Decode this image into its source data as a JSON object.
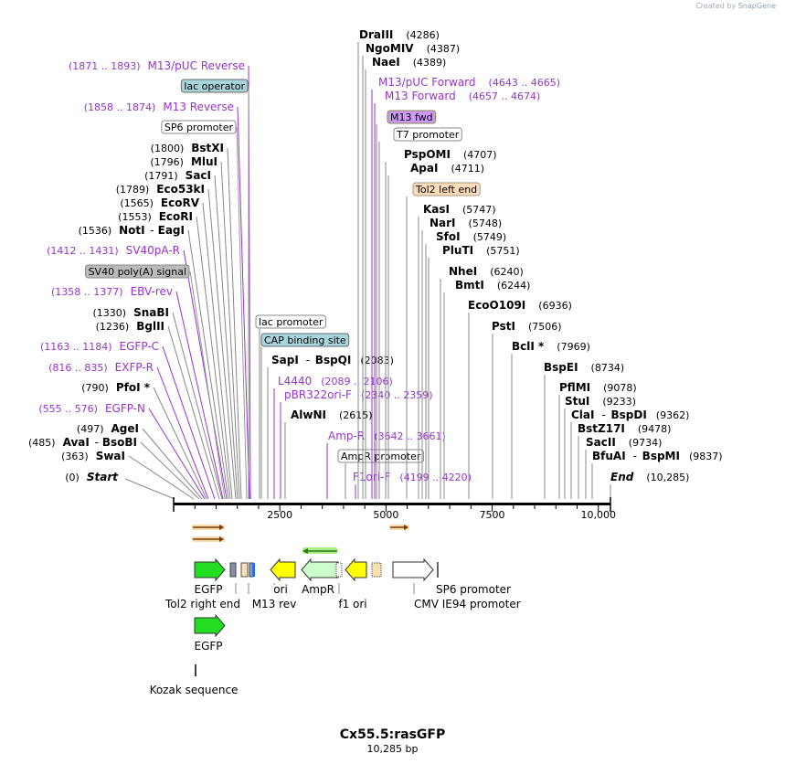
{
  "credit": {
    "prefix": "Created by",
    "brand": "SnapGene"
  },
  "title": "Cx55.5:rasGFP",
  "subtitle": "10,285 bp",
  "colors": {
    "purple": "#9933cc",
    "line": "#000000",
    "egfp": "#22dd22",
    "ori": "#ffff00",
    "ampr": "#ccffcc",
    "cmv": "#ffffff",
    "lac": "#a8d4dc",
    "m13fwd": "#cc99ff",
    "tol2": "#ffdcb8",
    "sv40": "#bbbbbb"
  },
  "left_labels": [
    {
      "kind": "primer",
      "range": "(1871 .. 1893)",
      "name": "M13/pUC Reverse"
    },
    {
      "kind": "feature",
      "name": "lac operator",
      "style": "lac"
    },
    {
      "kind": "primer",
      "range": "(1858 .. 1874)",
      "name": "M13 Reverse"
    },
    {
      "kind": "feature",
      "name": "SP6 promoter",
      "style": "plain"
    },
    {
      "kind": "enzyme",
      "pos": "(1800)",
      "name": "BstXI"
    },
    {
      "kind": "enzyme",
      "pos": "(1796)",
      "name": "MluI"
    },
    {
      "kind": "enzyme",
      "pos": "(1791)",
      "name": "SacI"
    },
    {
      "kind": "enzyme",
      "pos": "(1789)",
      "name": "Eco53kI"
    },
    {
      "kind": "enzyme",
      "pos": "(1565)",
      "name": "EcoRV"
    },
    {
      "kind": "enzyme",
      "pos": "(1553)",
      "name": "EcoRI"
    },
    {
      "kind": "enzyme",
      "pos": "(1536)",
      "name": "NotI",
      "name2": "EagI"
    },
    {
      "kind": "primer",
      "range": "(1412 .. 1431)",
      "name": "SV40pA-R"
    },
    {
      "kind": "feature",
      "name": "SV40 poly(A) signal",
      "style": "sv40"
    },
    {
      "kind": "primer",
      "range": "(1358 .. 1377)",
      "name": "EBV-rev"
    },
    {
      "kind": "enzyme",
      "pos": "(1330)",
      "name": "SnaBI"
    },
    {
      "kind": "enzyme",
      "pos": "(1236)",
      "name": "BglII"
    },
    {
      "kind": "primer",
      "range": "(1163 .. 1184)",
      "name": "EGFP-C"
    },
    {
      "kind": "primer",
      "range": "(816 .. 835)",
      "name": "EXFP-R"
    },
    {
      "kind": "enzyme",
      "pos": "(790)",
      "name": "PfoI *"
    },
    {
      "kind": "primer",
      "range": "(555 .. 576)",
      "name": "EGFP-N"
    },
    {
      "kind": "enzyme",
      "pos": "(497)",
      "name": "AgeI"
    },
    {
      "kind": "enzyme",
      "pos": "(485)",
      "name": "AvaI",
      "name2": "BsoBI"
    },
    {
      "kind": "enzyme",
      "pos": "(363)",
      "name": "SwaI"
    },
    {
      "kind": "start",
      "pos": "(0)",
      "name": "Start"
    }
  ],
  "mid_labels": [
    {
      "kind": "feature",
      "name": "lac promoter",
      "style": "plain"
    },
    {
      "kind": "feature",
      "name": "CAP binding site",
      "style": "lac"
    },
    {
      "kind": "enzyme",
      "name": "SapI",
      "name2": "BspQI",
      "pos": "(2083)"
    },
    {
      "kind": "primer",
      "name": "L4440",
      "range": "(2089 .. 2106)"
    },
    {
      "kind": "primer",
      "name": "pBR322ori-F",
      "range": "(2340 .. 2359)"
    },
    {
      "kind": "enzyme",
      "name": "AlwNI",
      "pos": "(2615)"
    },
    {
      "kind": "primer",
      "name": "Amp-R",
      "range": "(3642 .. 3661)"
    },
    {
      "kind": "feature",
      "name": "AmpR promoter",
      "style": "plain"
    },
    {
      "kind": "primer",
      "name": "F1ori-F",
      "range": "(4199 .. 4220)"
    }
  ],
  "right_labels": [
    {
      "kind": "enzyme",
      "name": "DraIII",
      "pos": "(4286)"
    },
    {
      "kind": "enzyme",
      "name": "NgoMIV",
      "pos": "(4387)"
    },
    {
      "kind": "enzyme",
      "name": "NaeI",
      "pos": "(4389)"
    },
    {
      "kind": "primer",
      "name": "M13/pUC Forward",
      "range": "(4643 .. 4665)"
    },
    {
      "kind": "primer",
      "name": "M13 Forward",
      "range": "(4657 .. 4674)"
    },
    {
      "kind": "feature",
      "name": "M13 fwd",
      "style": "m13fwd"
    },
    {
      "kind": "feature",
      "name": "T7 promoter",
      "style": "plain"
    },
    {
      "kind": "enzyme",
      "name": "PspOMI",
      "pos": "(4707)"
    },
    {
      "kind": "enzyme",
      "name": "ApaI",
      "pos": "(4711)"
    },
    {
      "kind": "feature",
      "name": "Tol2 left end",
      "style": "tol2"
    },
    {
      "kind": "enzyme",
      "name": "KasI",
      "pos": "(5747)"
    },
    {
      "kind": "enzyme",
      "name": "NarI",
      "pos": "(5748)"
    },
    {
      "kind": "enzyme",
      "name": "SfoI",
      "pos": "(5749)"
    },
    {
      "kind": "enzyme",
      "name": "PluTI",
      "pos": "(5751)"
    },
    {
      "kind": "enzyme",
      "name": "NheI",
      "pos": "(6240)"
    },
    {
      "kind": "enzyme",
      "name": "BmtI",
      "pos": "(6244)"
    },
    {
      "kind": "enzyme",
      "name": "EcoO109I",
      "pos": "(6936)"
    },
    {
      "kind": "enzyme",
      "name": "PstI",
      "pos": "(7506)"
    },
    {
      "kind": "enzyme",
      "name": "BclI *",
      "pos": "(7969)"
    },
    {
      "kind": "enzyme",
      "name": "BspEI",
      "pos": "(8734)"
    },
    {
      "kind": "enzyme",
      "name": "PflMI",
      "pos": "(9078)"
    },
    {
      "kind": "enzyme",
      "name": "StuI",
      "pos": "(9233)"
    },
    {
      "kind": "enzyme",
      "name": "ClaI",
      "name2": "BspDI",
      "pos": "(9362)"
    },
    {
      "kind": "enzyme",
      "name": "BstZ17I",
      "pos": "(9478)"
    },
    {
      "kind": "enzyme",
      "name": "SacII",
      "pos": "(9734)"
    },
    {
      "kind": "enzyme",
      "name": "BfuAI",
      "name2": "BspMI",
      "pos": "(9837)"
    },
    {
      "kind": "end",
      "name": "End",
      "pos": "(10,285)"
    }
  ],
  "ruler": {
    "ticks": [
      "2500",
      "5000",
      "7500",
      "10,000"
    ]
  },
  "feature_labels": [
    "EGFP",
    "Tol2 right end",
    "M13 rev",
    "ori",
    "AmpR",
    "f1 ori",
    "SP6 promoter",
    "CMV IE94 promoter",
    "EGFP",
    "Kozak sequence"
  ]
}
